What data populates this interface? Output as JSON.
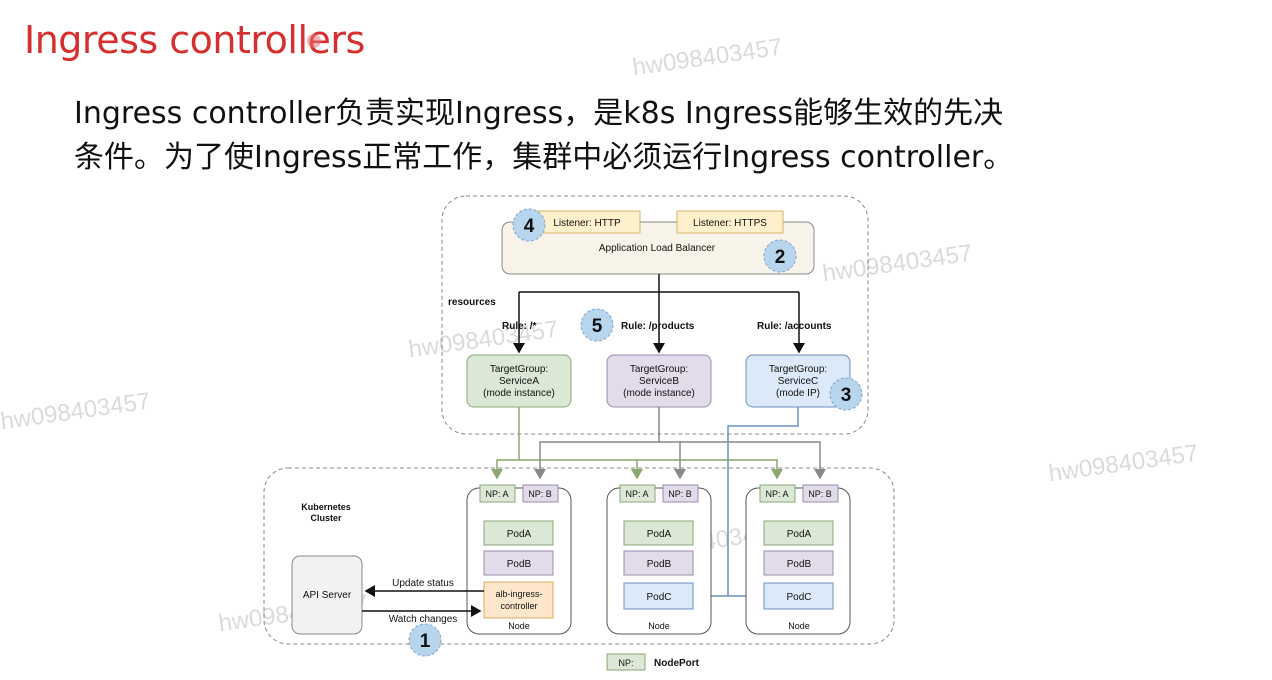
{
  "slide": {
    "title": "Ingress controllers",
    "intro_line1": "Ingress controller负责实现Ingress，是k8s Ingress能够生效的先决",
    "intro_line2": "条件。为了使Ingress正常工作，集群中必须运行Ingress controller。"
  },
  "watermark": "hw098403457",
  "diagram": {
    "alb": {
      "label": "Application Load Balancer",
      "listener_http": "Listener: HTTP",
      "listener_https": "Listener: HTTPS"
    },
    "resources_label": "resources",
    "rules": [
      "Rule: /*",
      "Rule: /products",
      "Rule: /accounts"
    ],
    "target_groups": [
      {
        "line1": "TargetGroup:",
        "line2": "ServiceA",
        "line3": "(mode instance)",
        "fill": "#dbe8d5",
        "stroke": "#87a877"
      },
      {
        "line1": "TargetGroup:",
        "line2": "ServiceB",
        "line3": "(mode instance)",
        "fill": "#e2dbea",
        "stroke": "#9a8bb0"
      },
      {
        "line1": "TargetGroup:",
        "line2": "ServiceC",
        "line3": "(mode IP)",
        "fill": "#dce9f8",
        "stroke": "#6c8fbf"
      }
    ],
    "badges": [
      "1",
      "2",
      "3",
      "4",
      "5"
    ],
    "cluster_label_line1": "Kubernetes",
    "cluster_label_line2": "Cluster",
    "api_server": "API Server",
    "update_status": "Update status",
    "watch_changes": "Watch changes",
    "np_a": "NP: A",
    "np_b": "NP: B",
    "pods": [
      "PodA",
      "PodB",
      "PodC"
    ],
    "controller_line1": "alb-ingress-",
    "controller_line2": "controller",
    "node_label": "Node",
    "legend_np": "NP:",
    "legend_nodeport": "NodePort"
  },
  "colors": {
    "title_red": "#d5302f",
    "green_fill": "#dbe8d5",
    "purple_fill": "#e2dbea",
    "blue_fill": "#dce9f8",
    "orange_fill": "#fde6cc",
    "badge_blue": "#b7d6ee"
  }
}
